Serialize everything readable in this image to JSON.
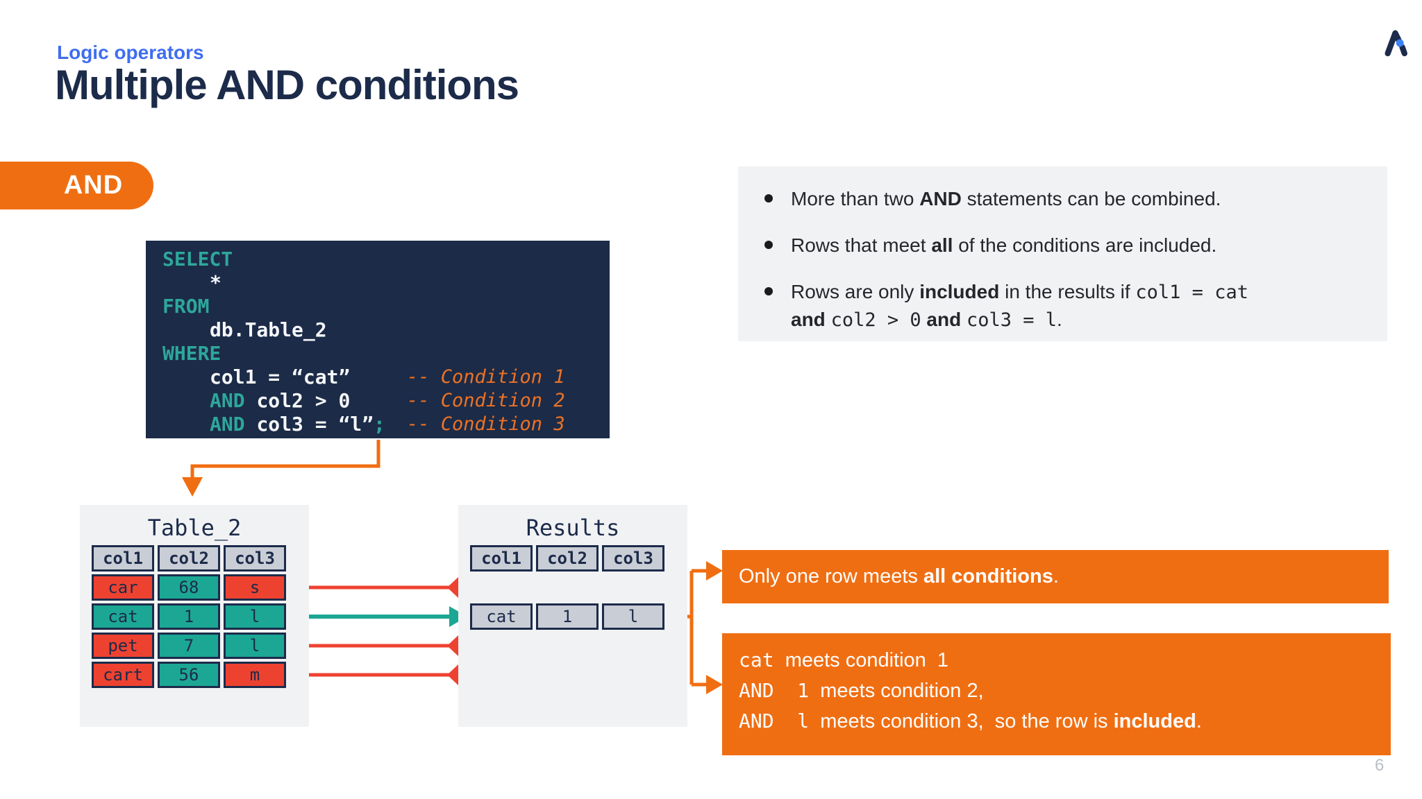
{
  "colors": {
    "orange": "#F06E12",
    "red": "#EE4231",
    "teal": "#1CA794",
    "keywordTeal": "#2EA79B",
    "navy": "#1C2B4A",
    "codeBackground": "#1C2B47",
    "commentOrange": "#ED7226",
    "blue": "#3E6DF0",
    "logoBlue": "#3B82F6",
    "panelGray": "#F1F2F4",
    "cellGray": "#C9CDD5",
    "pageNumberGray": "#B9BEC6"
  },
  "header": {
    "eyebrow": "Logic operators",
    "title": "Multiple AND conditions"
  },
  "badge": {
    "label": "AND"
  },
  "code": {
    "lines": [
      {
        "kw": "SELECT"
      },
      {
        "tx": "*"
      },
      {
        "kw": "FROM"
      },
      {
        "tx": "db.Table_2"
      },
      {
        "kw": "WHERE"
      },
      {
        "tx": "col1 = “cat”",
        "cm": "-- Condition 1"
      },
      {
        "kw": "AND ",
        "tx": "col2 > 0",
        "cm": "-- Condition 2"
      },
      {
        "kw": "AND ",
        "tx": "col3 = “l”",
        "pc": ";",
        "cm": "-- Condition 3"
      }
    ]
  },
  "bullets": [
    {
      "segments": [
        {
          "t": "More than two ",
          "cls": "seg"
        },
        {
          "t": "AND",
          "cls": "seg b"
        },
        {
          "t": " statements can be combined.",
          "cls": "seg"
        }
      ]
    },
    {
      "segments": [
        {
          "t": "Rows that meet ",
          "cls": "seg"
        },
        {
          "t": "all",
          "cls": "seg b"
        },
        {
          "t": " of the conditions are included.",
          "cls": "seg"
        }
      ]
    },
    {
      "segments": [
        {
          "t": "Rows are only ",
          "cls": "seg"
        },
        {
          "t": "included",
          "cls": "seg b"
        },
        {
          "t": " in the results if ",
          "cls": "seg"
        },
        {
          "t": "col1 = cat",
          "cls": "seg m"
        },
        {
          "t": "\n",
          "cls": "seg"
        },
        {
          "t": "and",
          "cls": "seg b"
        },
        {
          "t": " ",
          "cls": "seg"
        },
        {
          "t": "col2 > 0",
          "cls": "seg m"
        },
        {
          "t": " ",
          "cls": "seg"
        },
        {
          "t": "and",
          "cls": "seg b"
        },
        {
          "t": " ",
          "cls": "seg"
        },
        {
          "t": "col3 = l",
          "cls": "seg m"
        },
        {
          "t": ".",
          "cls": "seg"
        }
      ]
    }
  ],
  "table2": {
    "title": "Table_2",
    "headers": [
      "col1",
      "col2",
      "col3"
    ],
    "rows": [
      {
        "cells": [
          {
            "v": "car",
            "cls": "cell red"
          },
          {
            "v": "68",
            "cls": "cell teal"
          },
          {
            "v": "s",
            "cls": "cell red"
          }
        ]
      },
      {
        "cells": [
          {
            "v": "cat",
            "cls": "cell teal"
          },
          {
            "v": "1",
            "cls": "cell teal"
          },
          {
            "v": "l",
            "cls": "cell teal"
          }
        ]
      },
      {
        "cells": [
          {
            "v": "pet",
            "cls": "cell red"
          },
          {
            "v": "7",
            "cls": "cell teal"
          },
          {
            "v": "l",
            "cls": "cell teal"
          }
        ]
      },
      {
        "cells": [
          {
            "v": "cart",
            "cls": "cell red"
          },
          {
            "v": "56",
            "cls": "cell teal"
          },
          {
            "v": "m",
            "cls": "cell red"
          }
        ]
      }
    ]
  },
  "results": {
    "title": "Results",
    "headers": [
      "col1",
      "col2",
      "col3"
    ],
    "row": [
      "cat",
      "1",
      "l"
    ]
  },
  "callout1": {
    "segments": [
      {
        "t": "Only one row meets ",
        "cls": "cseg"
      },
      {
        "t": "all conditions",
        "cls": "cseg b"
      },
      {
        "t": ".",
        "cls": "cseg"
      }
    ]
  },
  "callout2": {
    "lines": [
      [
        {
          "t": "cat",
          "cls": "cseg m"
        },
        {
          "t": "  meets condition  1",
          "cls": "cseg"
        }
      ],
      [
        {
          "t": "AND  1",
          "cls": "cseg m"
        },
        {
          "t": "  meets condition 2,",
          "cls": "cseg"
        }
      ],
      [
        {
          "t": "AND  l",
          "cls": "cseg m"
        },
        {
          "t": "  meets condition 3,  so the row is ",
          "cls": "cseg"
        },
        {
          "t": "included",
          "cls": "cseg b"
        },
        {
          "t": ".",
          "cls": "cseg"
        }
      ]
    ]
  },
  "page_number": "6"
}
